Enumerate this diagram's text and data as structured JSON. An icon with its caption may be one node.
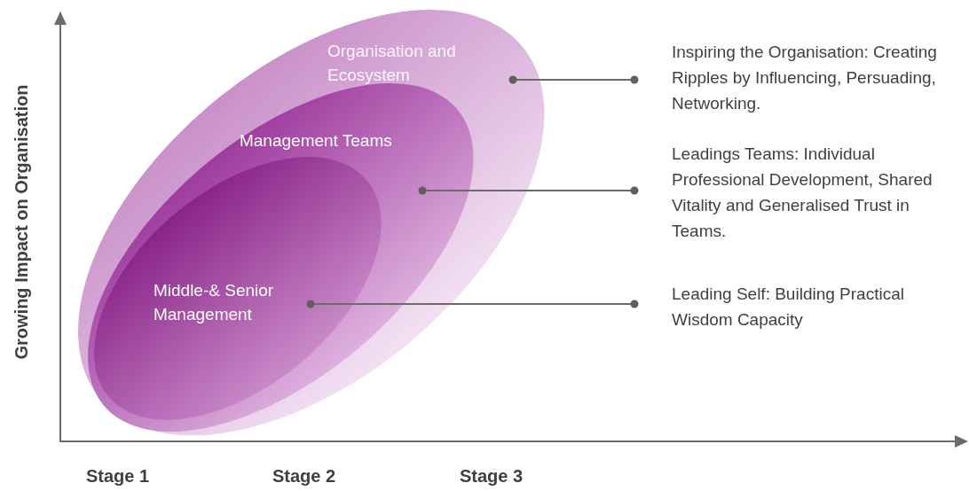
{
  "diagram": {
    "nodes": [
      {
        "text": [
          "Organisation and Ecosystem"
        ]
      },
      {
        "text": [
          "Management Teams"
        ],
        "in": 0
      },
      {
        "text": [
          "Middle-& Senior Management"
        ],
        "in": 1
      },
      {
        "text": [
          "Inspiring the Organisation: Creating Ripples by Influencing, Persuading, Networking."
        ]
      },
      {
        "text": [
          "Leadings Teams: Individual Professional Development, Shared Vitality and Generalised Trust in Teams."
        ]
      },
      {
        "text": [
          "Leading Self: Building Practical Wisdom Capacity"
        ]
      }
    ],
    "edges": [
      {
        "from": 3,
        "to": 0,
        "arrow": "other"
      },
      {
        "from": 4,
        "to": 1,
        "arrow": "other"
      },
      {
        "from": 5,
        "to": 2,
        "arrow": "other"
      }
    ],
    "labels": [
      "Growing Impact on Organisation",
      "Stage 1",
      "Stage 2",
      "Stage 3"
    ]
  }
}
